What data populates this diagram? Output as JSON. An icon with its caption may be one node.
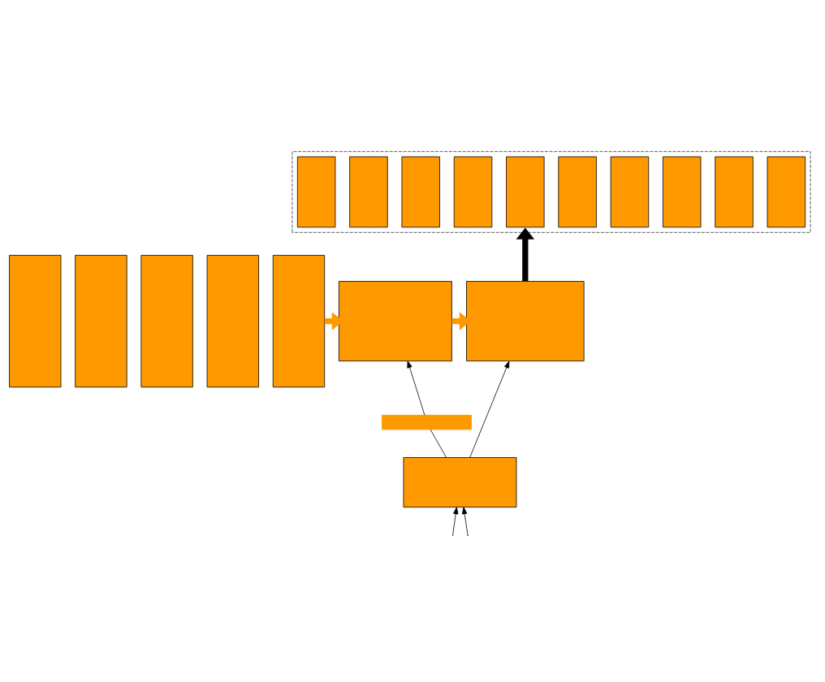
{
  "diagram": {
    "nodes": [
      {
        "text": [],
        "shape": "box"
      },
      {
        "text": [],
        "shape": "box",
        "in": 0
      },
      {
        "text": [],
        "shape": "box",
        "in": 0
      },
      {
        "text": [],
        "shape": "box",
        "in": 0
      },
      {
        "text": [],
        "shape": "box",
        "in": 0
      },
      {
        "text": [],
        "shape": "box",
        "in": 0
      },
      {
        "text": [],
        "shape": "box",
        "in": 0
      },
      {
        "text": [],
        "shape": "box",
        "in": 0
      },
      {
        "text": [],
        "shape": "box",
        "in": 0
      },
      {
        "text": [],
        "shape": "box",
        "in": 0
      },
      {
        "text": [],
        "shape": "box",
        "in": 0
      },
      {
        "text": [],
        "shape": "box"
      },
      {
        "text": [],
        "shape": "box"
      },
      {
        "text": [],
        "shape": "box"
      },
      {
        "text": [],
        "shape": "box"
      },
      {
        "text": [],
        "shape": "box"
      },
      {
        "text": [],
        "shape": "box"
      },
      {
        "text": [],
        "shape": "box"
      },
      {
        "text": [],
        "shape": "bar"
      },
      {
        "text": [],
        "shape": "box"
      }
    ],
    "edges": [
      {
        "from": 15,
        "to": 16,
        "arrow": "to",
        "style": "thick",
        "color": "#ff9900"
      },
      {
        "from": 16,
        "to": 17,
        "arrow": "to",
        "style": "thick",
        "color": "#ff9900"
      },
      {
        "from": 17,
        "to": 0,
        "arrow": "to",
        "style": "thick"
      },
      {
        "from": 19,
        "to": 18,
        "arrow": "none"
      },
      {
        "from": 18,
        "to": 16,
        "arrow": "to"
      },
      {
        "from": 19,
        "to": 17,
        "arrow": "to"
      },
      {
        "from": null,
        "to": 19,
        "arrow": "to"
      },
      {
        "from": null,
        "to": 19,
        "arrow": "to"
      }
    ]
  }
}
